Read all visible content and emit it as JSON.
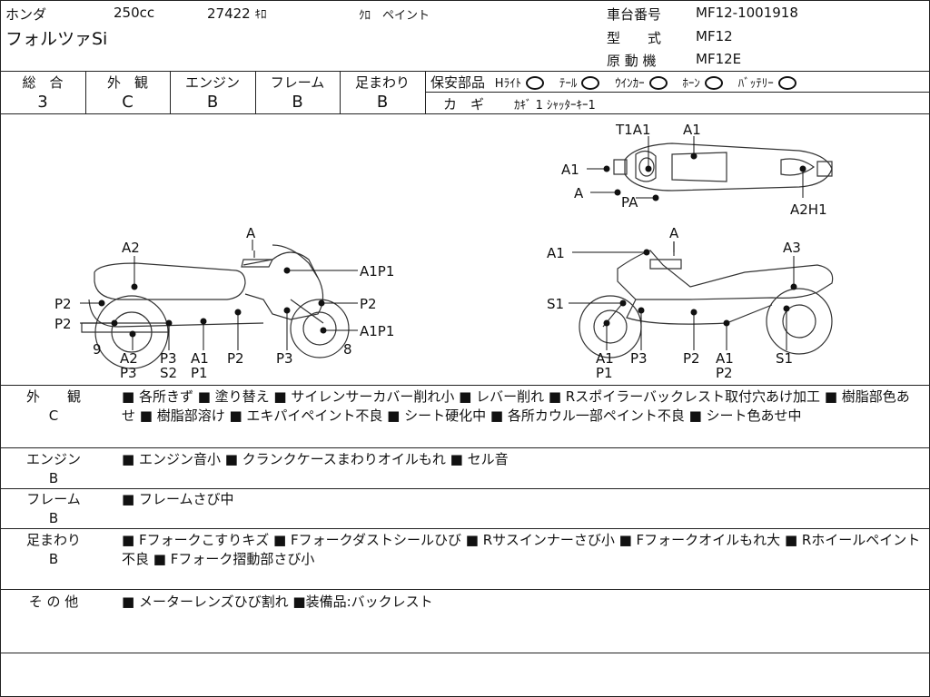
{
  "header": {
    "maker": "ホンダ",
    "displacement": "250cc",
    "mileage": "27422",
    "mileage_unit": "ｷﾛ",
    "color": "ｸﾛ　ペイント",
    "model_name": "フォルツァSi",
    "frame_no_label": "車台番号",
    "frame_no": "MF12-1001918",
    "type_label": "型　　式",
    "type": "MF12",
    "engine_label": "原 動 機",
    "engine": "MF12E"
  },
  "grades": {
    "total_label": "総　合",
    "total": "3",
    "exterior_label": "外　観",
    "exterior": "C",
    "engine_label": "エンジン",
    "engine": "B",
    "frame_label": "フレーム",
    "frame": "B",
    "suspension_label": "足まわり",
    "suspension": "B"
  },
  "safety": {
    "label": "保安部品",
    "items": [
      "Hﾗｲﾄ",
      "ﾃｰﾙ",
      "ｳｲﾝｶｰ",
      "ﾎｰﾝ",
      "ﾊﾞｯﾃﾘｰ"
    ]
  },
  "key": {
    "label": "カ　ギ",
    "value": "ｶｷﾞ 1 ｼｬｯﾀｰｷｰ1"
  },
  "diagram_labels": {
    "top_t1a1": "T1A1",
    "top_a1_r": "A1",
    "top_a1_l": "A1",
    "top_a": "A",
    "top_pa": "PA",
    "top_a2h1": "A2H1",
    "l_a": "A",
    "l_a2": "A2",
    "l_a1p1_top": "A1P1",
    "l_p2_left1": "P2",
    "l_p2_right": "P2",
    "l_p2_left2": "P2",
    "l_a1p1_bot": "A1P1",
    "l_9": "9",
    "l_8": "8",
    "l_a2p3": [
      "A2",
      "P3"
    ],
    "l_p3s2": [
      "P3",
      "S2"
    ],
    "l_a1p1b": [
      "A1",
      "P1"
    ],
    "l_p2b": "P2",
    "l_p3b": "P3",
    "r_a1": "A1",
    "r_a": "A",
    "r_a3": "A3",
    "r_s1": "S1",
    "r_a1p1": [
      "A1",
      "P1"
    ],
    "r_p3": "P3",
    "r_p2": "P2",
    "r_a1p2": [
      "A1",
      "P2"
    ],
    "r_s1b": "S1"
  },
  "sections": {
    "exterior": {
      "label": "外　　観",
      "grade": "C",
      "text": "■ 各所きず ■ 塗り替え ■ サイレンサーカバー削れ小 ■ レバー削れ ■ Rスポイラーバックレスト取付穴あけ加工 ■ 樹脂部色あせ ■ 樹脂部溶け ■ エキパイペイント不良 ■ シート硬化中 ■ 各所カウル一部ペイント不良 ■ シート色あせ中"
    },
    "engine": {
      "label": "エンジン",
      "grade": "B",
      "text": "■ エンジン音小 ■ クランクケースまわりオイルもれ ■ セル音"
    },
    "frame": {
      "label": "フレーム",
      "grade": "B",
      "text": "■ フレームさび中"
    },
    "suspension": {
      "label": "足まわり",
      "grade": "B",
      "text": "■ Fフォークこすりキズ ■ Fフォークダストシールひび ■ Rサスインナーさび小 ■ Fフォークオイルもれ大 ■ Rホイールペイント不良 ■ Fフォーク摺動部さび小"
    },
    "other": {
      "label": "そ の 他",
      "text": "■ メーターレンズひび割れ ■装備品:バックレスト"
    }
  }
}
